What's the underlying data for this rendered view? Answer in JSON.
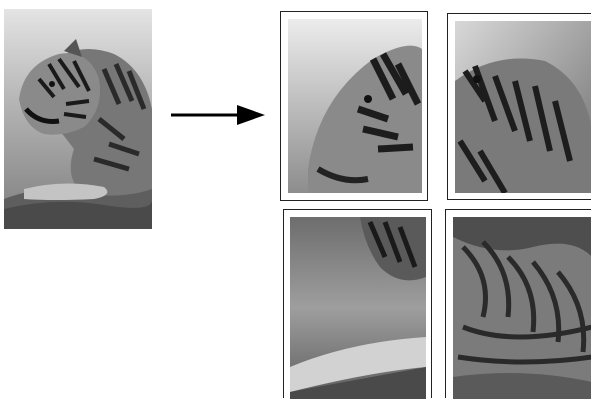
{
  "diagram": {
    "source_image": {
      "subject": "tiger-photo",
      "tone": "grayscale"
    },
    "connector": {
      "icon": "right-arrow-icon",
      "color": "#000000"
    },
    "output_tiles": [
      {
        "position": "top-left",
        "crop": "tiger-head"
      },
      {
        "position": "top-right",
        "crop": "tiger-neck-stripes"
      },
      {
        "position": "bottom-left",
        "crop": "tiger-paw"
      },
      {
        "position": "bottom-right",
        "crop": "tiger-body-stripes"
      }
    ],
    "frame_color": "#222222"
  }
}
